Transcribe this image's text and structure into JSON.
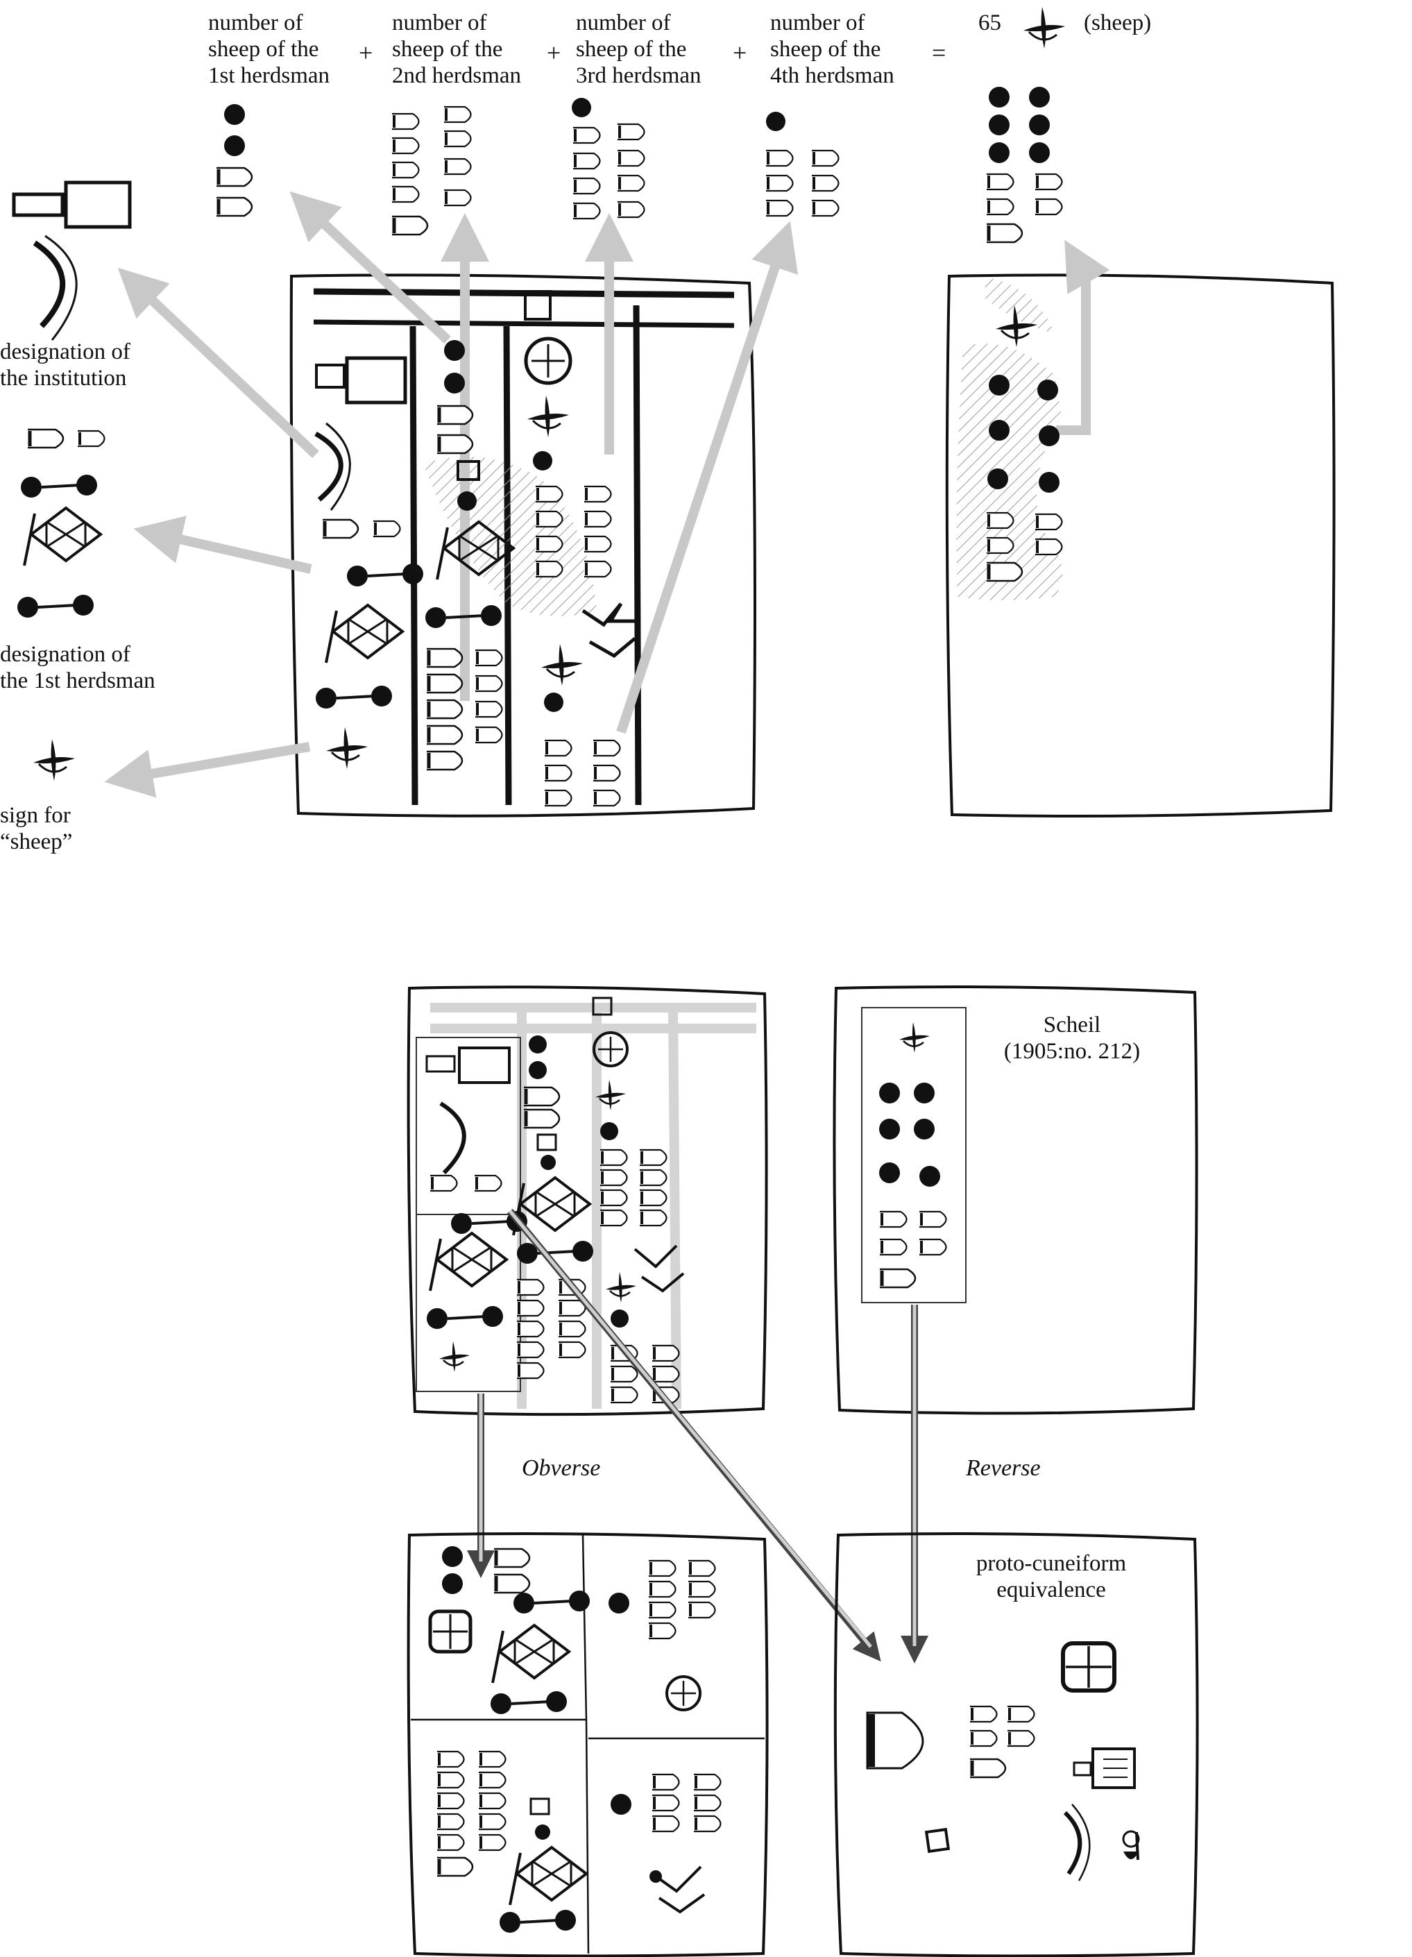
{
  "header": {
    "col1": "number of\nsheep of the\n1st herdsman",
    "col2": "number of\nsheep of the\n2nd herdsman",
    "col3": "number of\nsheep of the\n3rd herdsman",
    "col4": "number of\nsheep of the\n4th herdsman",
    "plus": "+",
    "equals": "=",
    "total_number": "65",
    "total_unit": "(sheep)"
  },
  "left_labels": {
    "institution": "designation of\nthe institution",
    "herdsman": "designation of\nthe 1st herdsman",
    "sheep_sign": "sign for\n“sheep”"
  },
  "bottom": {
    "source": "Scheil\n(1905:no. 212)",
    "obverse": "Obverse",
    "reverse": "Reverse",
    "equivalence": "proto-cuneiform\nequivalence"
  },
  "colors": {
    "ink": "#111111",
    "arrow_gray": "#c8c8c8",
    "hatch": "#9a9a9a"
  }
}
